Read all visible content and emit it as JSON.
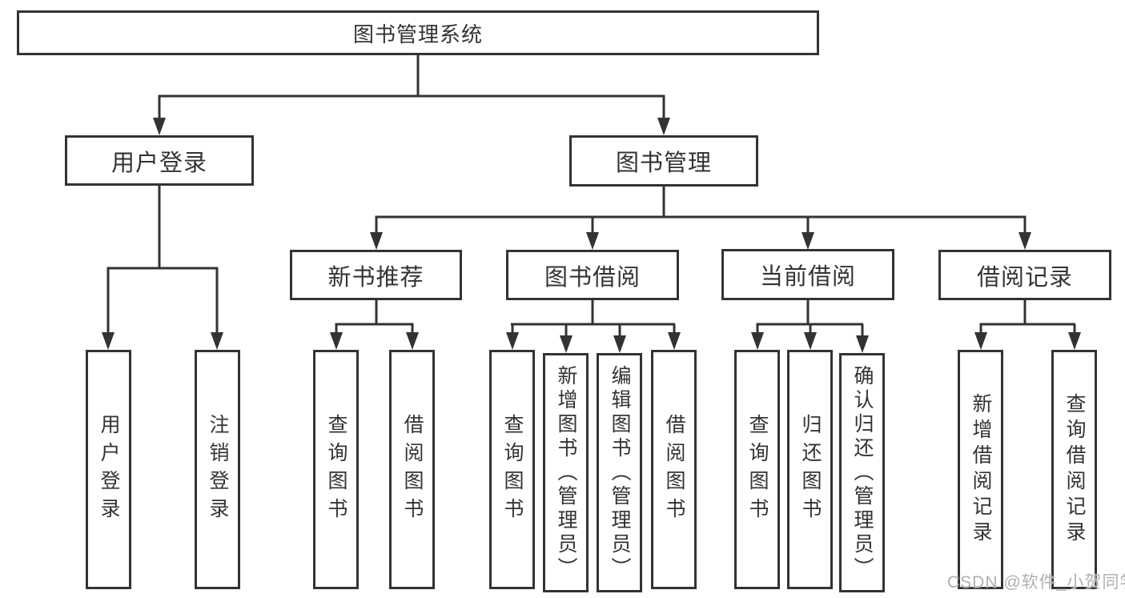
{
  "diagram": {
    "root": "图书管理系统",
    "branches": [
      {
        "label": "用户登录",
        "leaves": [
          "用户登录",
          "注销登录"
        ]
      },
      {
        "label": "图书管理",
        "groups": [
          {
            "label": "新书推荐",
            "leaves": [
              "查询图书",
              "借阅图书"
            ]
          },
          {
            "label": "图书借阅",
            "leaves": [
              "查询图书",
              "新增图书（管理员）",
              "编辑图书（管理员）",
              "借阅图书"
            ]
          },
          {
            "label": "当前借阅",
            "leaves": [
              "查询图书",
              "归还图书",
              "确认归还（管理员）"
            ]
          },
          {
            "label": "借阅记录",
            "leaves": [
              "新增借阅记录",
              "查询借阅记录"
            ]
          }
        ]
      }
    ]
  },
  "watermark": {
    "text": "CSDN @软件_小贺同学"
  },
  "colors": {
    "line": "#333333",
    "text": "#333333",
    "watermark": "#b0b0b0",
    "background": "#ffffff"
  }
}
